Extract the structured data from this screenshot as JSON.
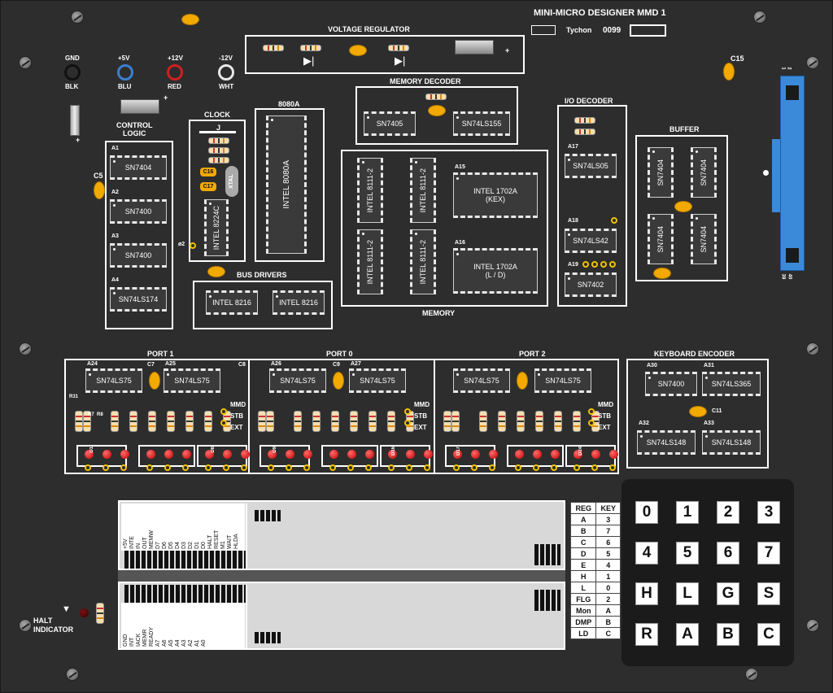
{
  "title": "MINI-MICRO DESIGNER MMD 1",
  "brand": "Tychon",
  "serial": "0099",
  "colors": {
    "board": "#2d2d2d",
    "cap": "#f2a900",
    "connector": "#3b8ad9",
    "led": "#d00000"
  },
  "power": [
    {
      "top": "GND",
      "bottom": "BLK",
      "ring": "#111111"
    },
    {
      "top": "+5V",
      "bottom": "BLU",
      "ring": "#3b7fd0"
    },
    {
      "top": "+12V",
      "bottom": "RED",
      "ring": "#d02020"
    },
    {
      "top": "-12V",
      "bottom": "WHT",
      "ring": "#e8e8e8"
    }
  ],
  "sections": {
    "voltage_regulator": "VOLTAGE REGULATOR",
    "control_logic": "CONTROL\nLOGIC",
    "clock": "CLOCK",
    "cpu": "8080A",
    "memory_decoder": "MEMORY DECODER",
    "memory": "MEMORY",
    "io_decoder": "I/O  DECODER",
    "buffer": "BUFFER",
    "bus_drivers": "BUS DRIVERS",
    "port1": "PORT 1",
    "port0": "PORT 0",
    "port2": "PORT 2",
    "keyboard_encoder": "KEYBOARD ENCODER",
    "halt": "HALT\nINDICATOR"
  },
  "labels": {
    "c15": "C15",
    "c5": "C5",
    "c16": "C16",
    "c17": "C17",
    "xtal": "XTAL",
    "j": "J",
    "q2": "ø2",
    "c7": "C7",
    "c8": "C8",
    "c9": "C9",
    "c11": "C11",
    "r31": "R31",
    "r7": "R7",
    "r8": "R8",
    "plus": "+",
    "pin1": "1",
    "pin2": "2",
    "pin39": "39",
    "pin40": "40"
  },
  "chips": {
    "control": [
      {
        "ref": "A1",
        "name": "SN7404"
      },
      {
        "ref": "A2",
        "name": "SN7400"
      },
      {
        "ref": "A3",
        "name": "SN7400"
      },
      {
        "ref": "A4",
        "name": "SN74LS174"
      }
    ],
    "clock": "INTEL 8224C",
    "cpu": "INTEL 8080A",
    "memdec": [
      "SN7405",
      "SN74LS155"
    ],
    "memory_small": [
      "INTEL 8111-2",
      "INTEL 8111-2",
      "INTEL 8111-2",
      "INTEL 8111-2"
    ],
    "prom": [
      {
        "ref": "A15",
        "name": "INTEL 1702A",
        "sub": "(KEX)"
      },
      {
        "ref": "A16",
        "name": "INTEL 1702A",
        "sub": "(L / D)"
      }
    ],
    "io": [
      {
        "ref": "A17",
        "name": "SN74LS05"
      },
      {
        "ref": "A18",
        "name": "SN74LS42"
      },
      {
        "ref": "A19",
        "name": "SN7402"
      }
    ],
    "buffer": [
      "SN7404",
      "SN7404",
      "SN7404",
      "SN7404"
    ],
    "bus": [
      "INTEL 8216",
      "INTEL 8216"
    ],
    "ports": [
      [
        {
          "ref": "A24",
          "name": "SN74LS75"
        },
        {
          "ref": "A25",
          "name": "SN74LS75"
        }
      ],
      [
        {
          "ref": "A26",
          "name": "SN74LS75"
        },
        {
          "ref": "A27",
          "name": "SN74LS75"
        }
      ],
      [
        {
          "ref": "",
          "name": "SN74LS75"
        },
        {
          "ref": "",
          "name": "SN74LS75"
        }
      ]
    ],
    "kbd": [
      {
        "ref": "A30",
        "name": "SN7400"
      },
      {
        "ref": "A31",
        "name": "SN74LS365"
      },
      {
        "ref": "A32",
        "name": "SN74LS148"
      },
      {
        "ref": "A33",
        "name": "SN74LS148"
      }
    ]
  },
  "port_flags": [
    "MMD",
    "STB",
    "EXT"
  ],
  "led_labels": [
    "D1",
    "D8",
    "D9",
    "D16",
    "D17",
    "D24"
  ],
  "bus_top": [
    "+5V",
    "INTE",
    "IN",
    "OUT",
    "MEMW",
    "D7",
    "D6",
    "D5",
    "D4",
    "D3",
    "D2",
    "D1",
    "D0",
    "HALT",
    "RESET",
    "M1",
    "WAIT",
    "HLDA"
  ],
  "bus_bottom": [
    "GND",
    "INT",
    "IACK",
    "MEMR",
    "READY",
    "A7",
    "A6",
    "A5",
    "A4",
    "A3",
    "A2",
    "A1",
    "A0"
  ],
  "reg_table": {
    "headers": [
      "REG",
      "KEY"
    ],
    "rows": [
      [
        "A",
        "3"
      ],
      [
        "B",
        "7"
      ],
      [
        "C",
        "6"
      ],
      [
        "D",
        "5"
      ],
      [
        "E",
        "4"
      ],
      [
        "H",
        "1"
      ],
      [
        "L",
        "0"
      ],
      [
        "FLG",
        "2"
      ],
      [
        "Mon",
        "A"
      ],
      [
        "DMP",
        "B"
      ],
      [
        "LD",
        "C"
      ]
    ]
  },
  "keypad": [
    "0",
    "1",
    "2",
    "3",
    "4",
    "5",
    "6",
    "7",
    "H",
    "L",
    "G",
    "S",
    "R",
    "A",
    "B",
    "C"
  ]
}
